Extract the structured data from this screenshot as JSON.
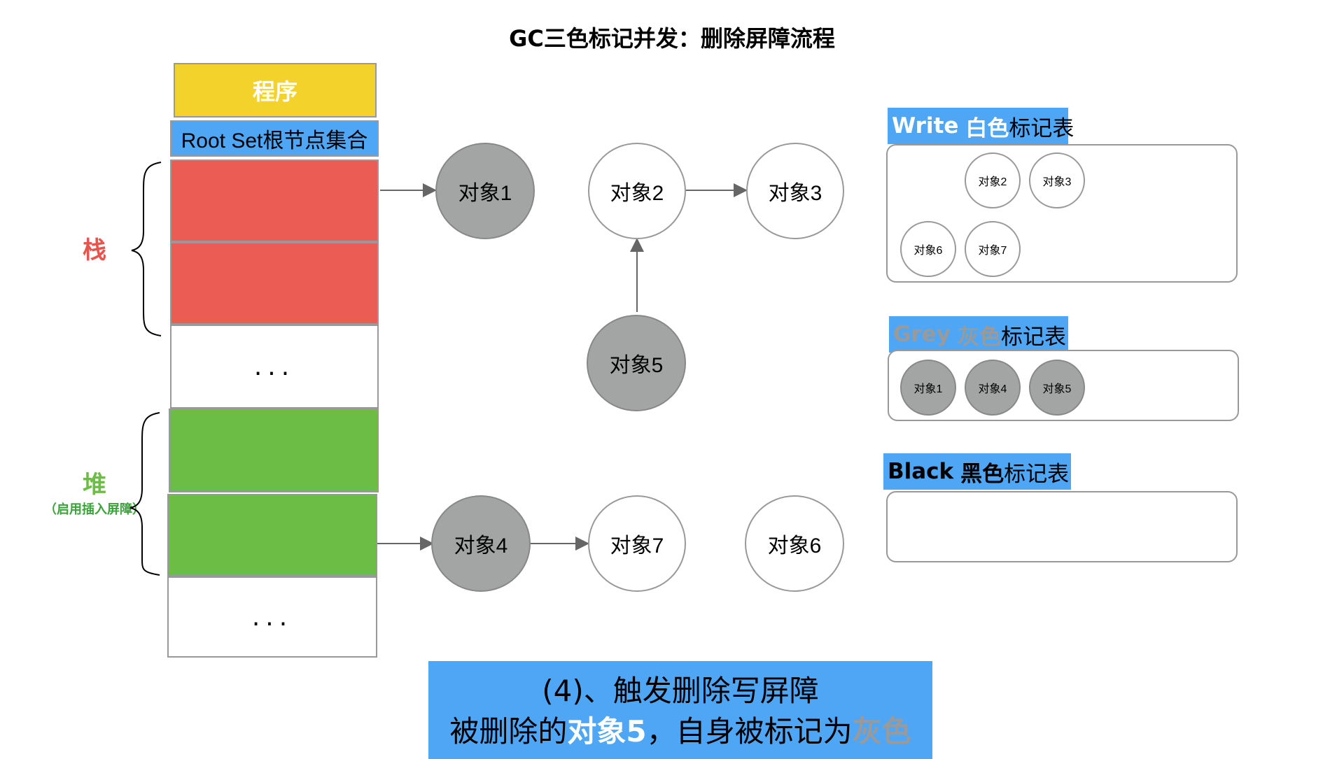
{
  "title": "GC三色标记并发：删除屏障流程",
  "program_label": "程序",
  "root_set_label": "Root Set根节点集合",
  "dots": "...",
  "stack_label": "栈",
  "heap_label": "堆",
  "heap_sublabel": "（启用插入屏障）",
  "nodes": {
    "obj1": "对象1",
    "obj2": "对象2",
    "obj3": "对象3",
    "obj4": "对象4",
    "obj5": "对象5",
    "obj6": "对象6",
    "obj7": "对象7"
  },
  "tables": {
    "white": {
      "head_en": "Write",
      "head_color": "白色",
      "head_suffix": "标记表",
      "items": [
        "对象2",
        "对象3",
        "对象6",
        "对象7"
      ]
    },
    "grey": {
      "head_en": "Grey",
      "head_color": "灰色",
      "head_suffix": "标记表",
      "items": [
        "对象1",
        "对象4",
        "对象5"
      ]
    },
    "black": {
      "head_en": "Black",
      "head_color": "黑色",
      "head_suffix": "标记表",
      "items": []
    }
  },
  "caption": {
    "line1": "(4)、触发删除写屏障",
    "line2_a": "被删除的",
    "line2_b": "对象5",
    "line2_c": "，自身被标记为",
    "line2_d": "灰色"
  },
  "colors": {
    "program": "#f4d22c",
    "blue": "#4ea6f5",
    "stack": "#eb5c55",
    "heap": "#6cbd45",
    "grey_node": "#a2a5a4"
  }
}
